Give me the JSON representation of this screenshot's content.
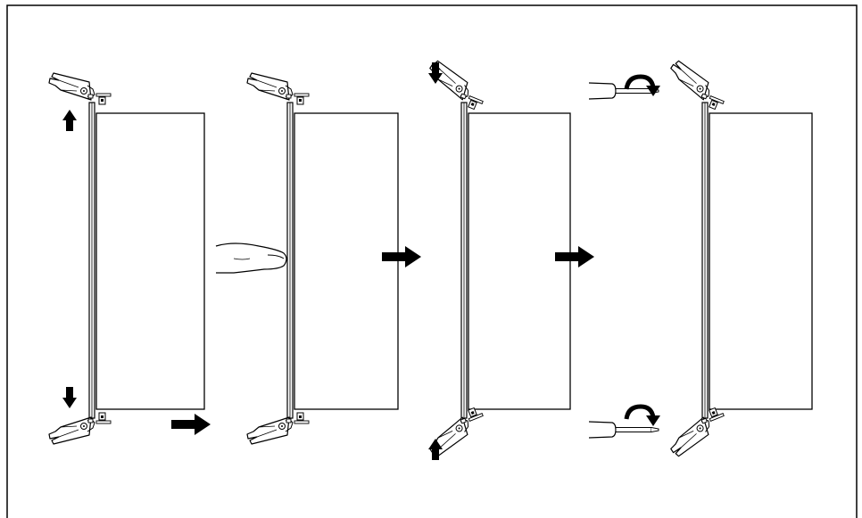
{
  "figure": {
    "steps": [
      {
        "step": 1,
        "lever_top_direction": "up",
        "lever_bottom_direction": "down",
        "action": "insert-board"
      },
      {
        "step": 2,
        "action": "push-front-panel"
      },
      {
        "step": 3,
        "lever_top_direction": "down",
        "lever_bottom_direction": "up",
        "action": "close-levers"
      },
      {
        "step": 4,
        "action": "tighten-screws"
      }
    ],
    "colors": {
      "line": "#000000",
      "background": "#ffffff"
    }
  }
}
